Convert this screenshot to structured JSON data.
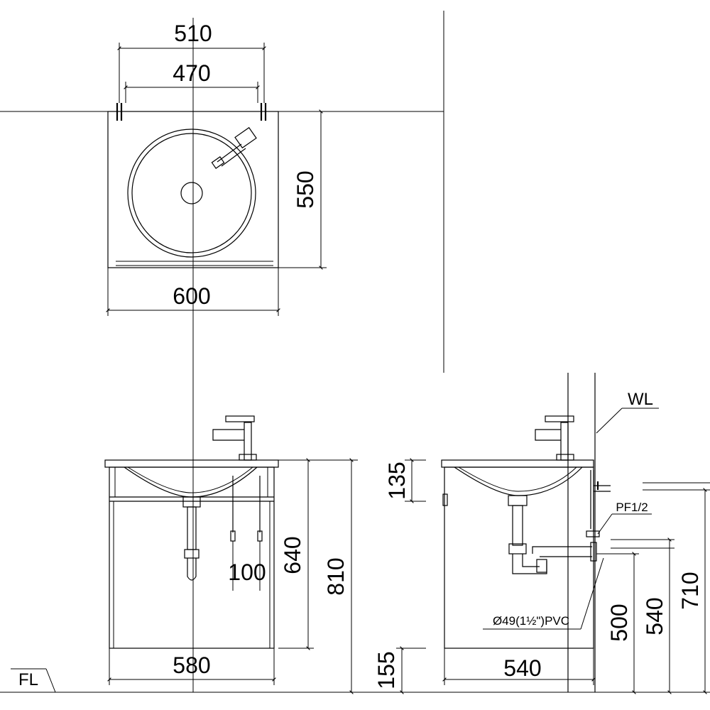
{
  "top_view": {
    "dim_width_outer": "510",
    "dim_width_inner": "470",
    "dim_depth": "550",
    "dim_width_total": "600"
  },
  "front_view": {
    "dim_cabinet_width": "580",
    "dim_drain_offset": "100",
    "dim_cabinet_height": "640",
    "dim_total_height": "810",
    "floor_label": "FL"
  },
  "side_view": {
    "dim_basin_height": "135",
    "dim_floor_gap": "155",
    "dim_depth": "540",
    "dim_drain_height": "500",
    "dim_supply_height": "540",
    "dim_top_height": "710",
    "wall_label": "WL",
    "pipe_fitting_label": "PF1/2",
    "drain_pipe_label": "Ø49(1½\")PVC"
  }
}
